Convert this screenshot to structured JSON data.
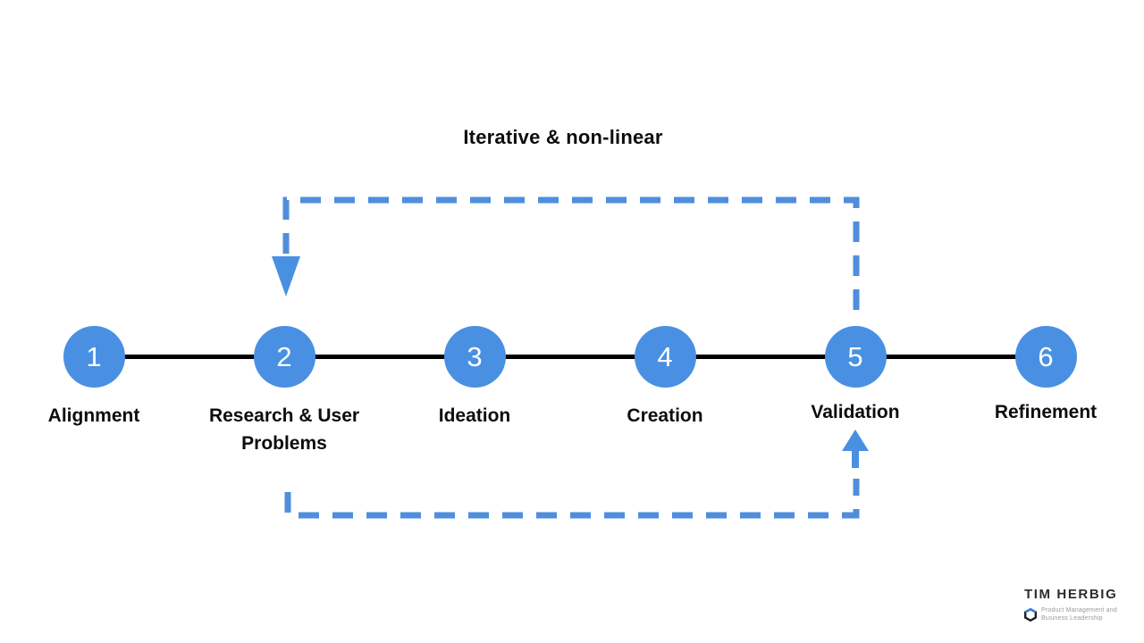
{
  "title": "Iterative & non-linear",
  "steps": [
    {
      "number": "1",
      "label": "Alignment"
    },
    {
      "number": "2",
      "label": "Research & User Problems"
    },
    {
      "number": "3",
      "label": "Ideation"
    },
    {
      "number": "4",
      "label": "Creation"
    },
    {
      "number": "5",
      "label": "Validation"
    },
    {
      "number": "6",
      "label": "Refinement"
    }
  ],
  "logo": {
    "name": "TIM HERBIG",
    "tagline_line1": "Product Management and",
    "tagline_line2": "Business Leadership"
  },
  "colors": {
    "step_circle_blue": "#4a90e2",
    "dashed_loop_blue": "#4f8edd",
    "timeline_black": "#000000"
  }
}
